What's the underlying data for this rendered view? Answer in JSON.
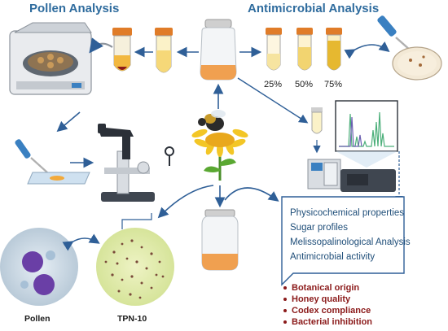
{
  "headings": {
    "pollen_analysis": "Pollen Analysis",
    "antimicrobial_analysis": "Antimicrobial Analysis"
  },
  "concentrations": [
    "25%",
    "50%",
    "75%"
  ],
  "image_labels": {
    "pollen": "Pollen",
    "tpn": "TPN-10"
  },
  "analysis_box": {
    "items": [
      "Physicochemical properties",
      "Sugar profiles",
      "Melissopalinological Analysis",
      "Antimicrobial activity"
    ]
  },
  "outcomes": [
    "Botanical origin",
    "Honey quality",
    "Codex compliance",
    "Bacterial inhibition"
  ],
  "colors": {
    "arrow": "#2f5f97",
    "heading": "#2f6c9e",
    "box_text": "#1f4e79",
    "outcome_text": "#8b1a1a",
    "honey": "#f0a050",
    "tube_cap": "#e07c28"
  }
}
